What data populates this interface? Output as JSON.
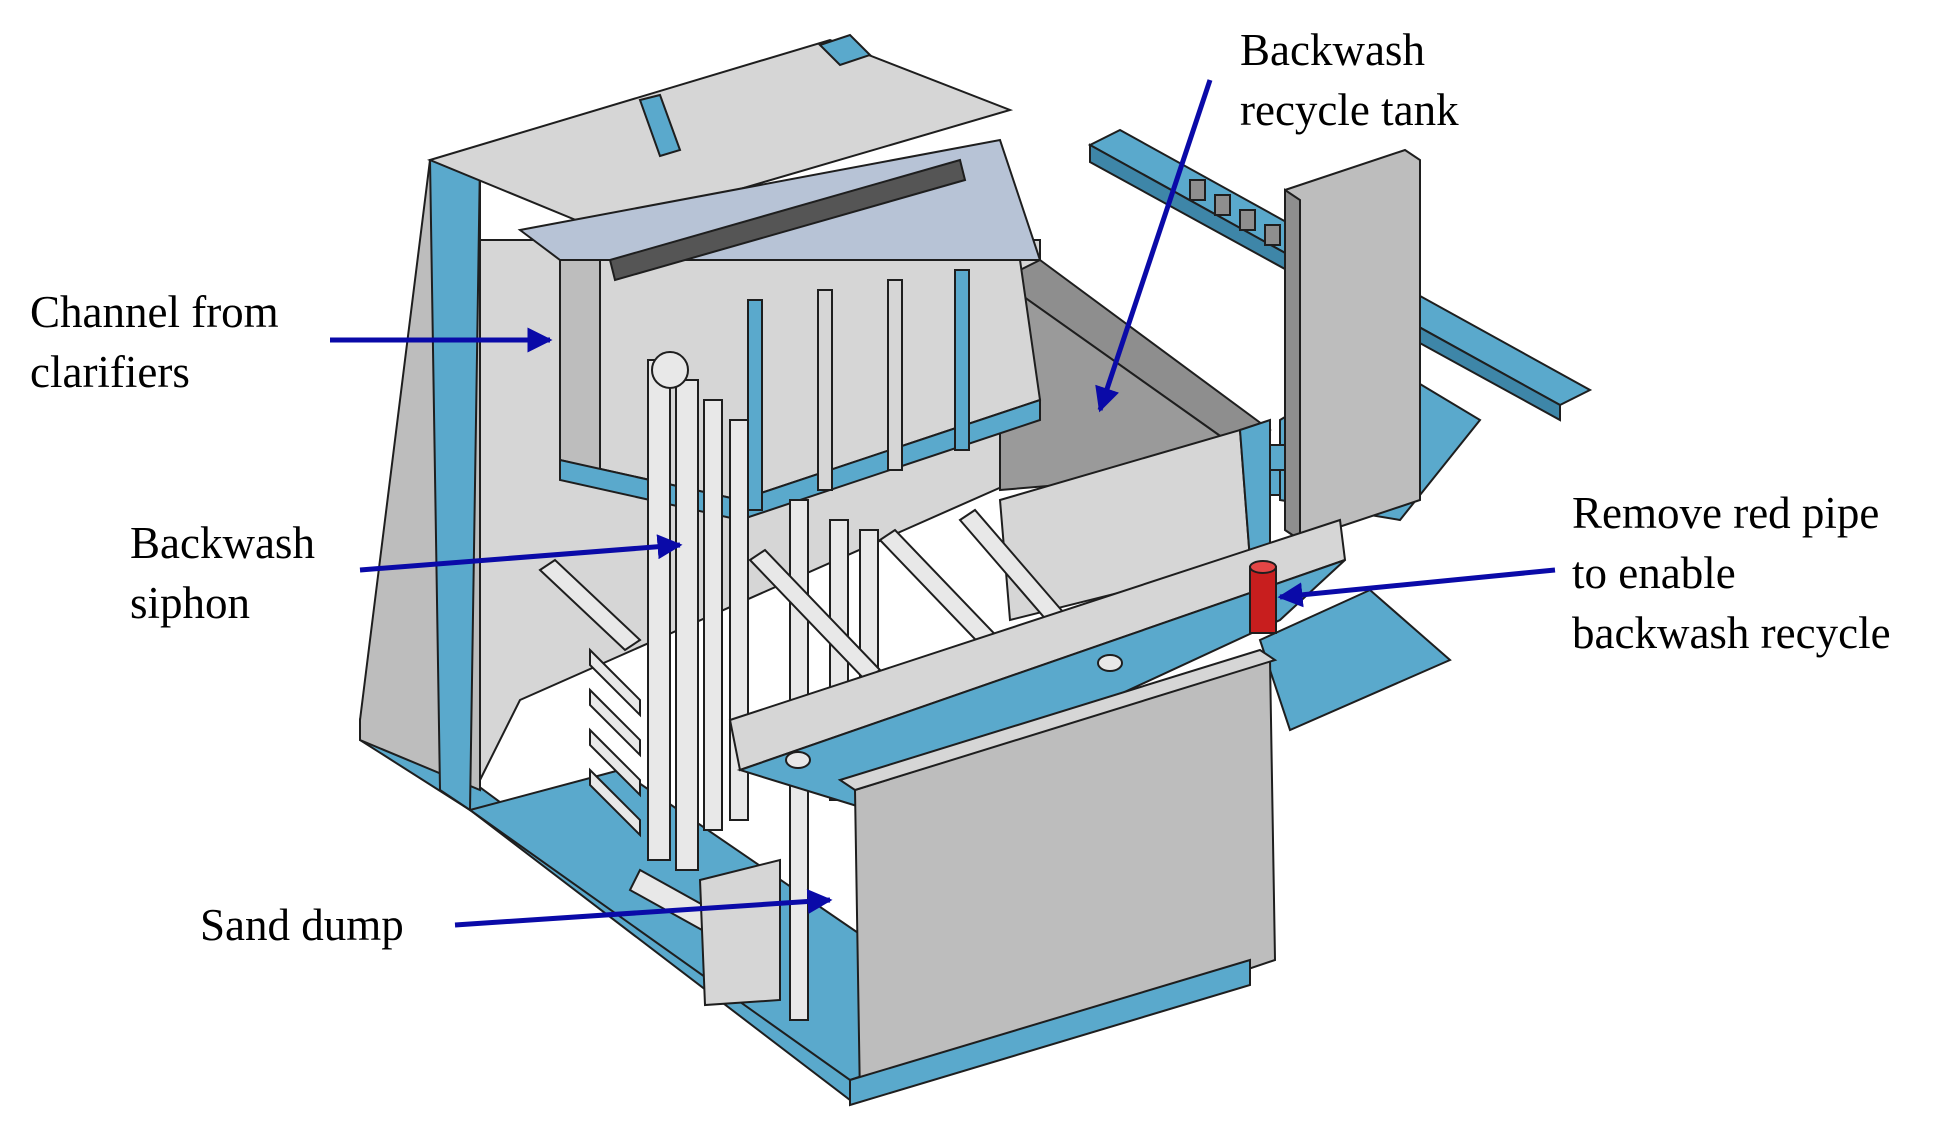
{
  "labels": {
    "backwash_recycle_tank": [
      "Backwash",
      "recycle tank"
    ],
    "channel_from_clarifiers": [
      "Channel from",
      "clarifiers"
    ],
    "backwash_siphon": [
      "Backwash",
      "siphon"
    ],
    "remove_red_pipe": [
      "Remove red pipe",
      "to enable",
      "backwash recycle"
    ],
    "sand_dump": [
      "Sand dump"
    ]
  },
  "colors": {
    "wall_light": "#d6d6d6",
    "wall_mid": "#bdbdbd",
    "wall_dark": "#8e8e8e",
    "blue": "#5aa9cc",
    "blue_dark": "#3e86a8",
    "outline": "#1e1e1e",
    "pipe": "#e8e8e8",
    "red_pipe": "#c81e1e",
    "arrow": "#0a0aa8"
  }
}
